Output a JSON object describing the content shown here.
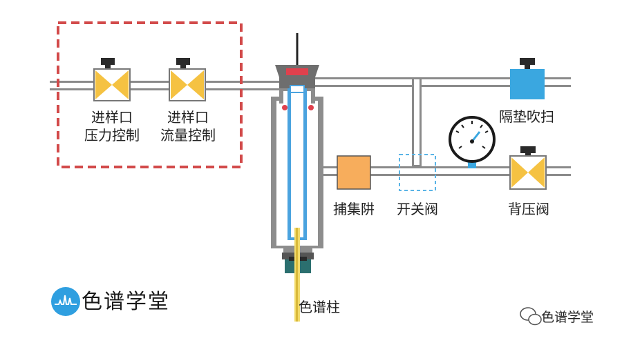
{
  "labels": {
    "inlet_pressure_line1": "进样口",
    "inlet_pressure_line2": "压力控制",
    "inlet_flow_line1": "进样口",
    "inlet_flow_line2": "流量控制",
    "septum_purge": "隔垫吹扫",
    "trap": "捕集阱",
    "switch_valve": "开关阀",
    "back_pressure_valve": "背压阀",
    "column": "色谱柱"
  },
  "brand": {
    "name": "色谱学堂"
  },
  "watermark": {
    "text": "色谱学堂"
  },
  "colors": {
    "pipe": "#8a8a8a",
    "valve_fill": "#f5c242",
    "knob": "#2a2a2a",
    "purge_valve": "#3aa7e0",
    "trap": "#f7ad5c",
    "switch_dashed": "#5ab4e6",
    "highlight_box": "#d24a4a",
    "liner": "#4aa3df",
    "column": "#f3dc6b",
    "septum": "#e0414d",
    "brand_blue": "#2f9fe0"
  }
}
